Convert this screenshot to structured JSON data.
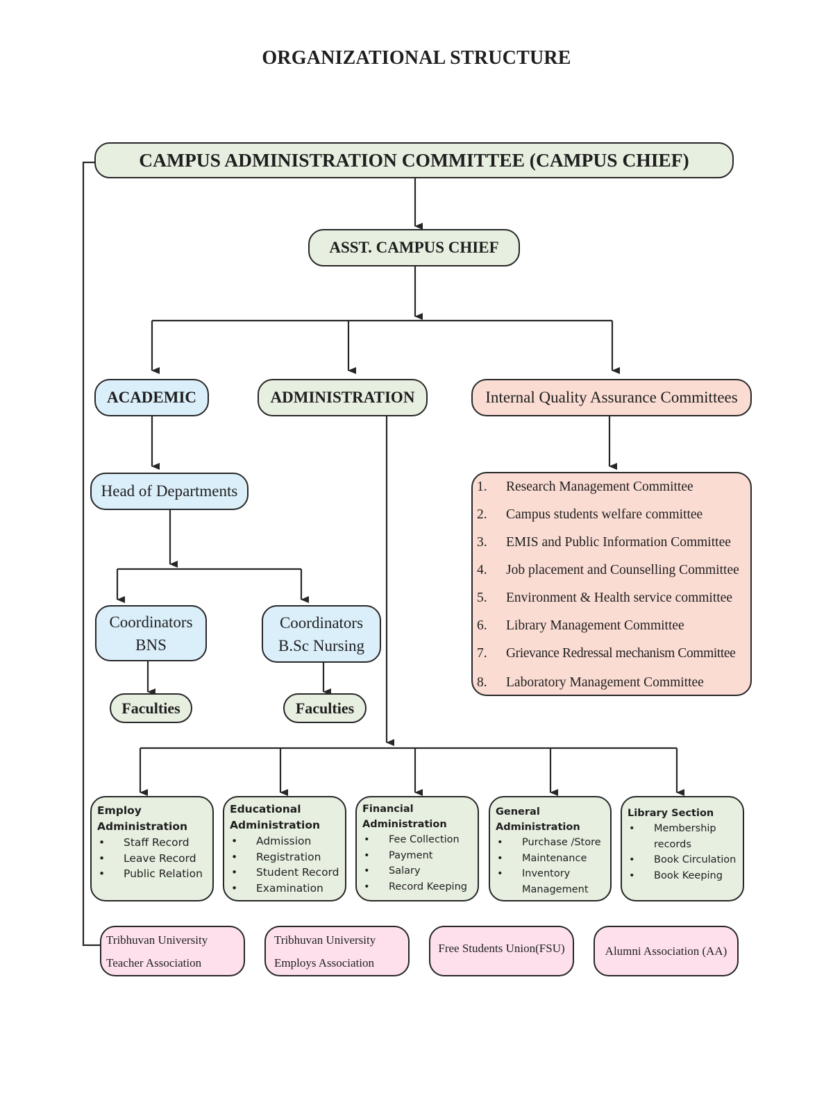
{
  "title": "ORGANIZATIONAL STRUCTURE",
  "colors": {
    "top_level": "#e7efe0",
    "academic": "#dbeffa",
    "iqac": "#fadcd3",
    "associations": "#fde0ec",
    "line": "#262626"
  },
  "nodes": {
    "campus_committee": "CAMPUS ADMINISTRATION COMMITTEE (CAMPUS CHIEF)",
    "asst_chief": "ASST. CAMPUS CHIEF",
    "academic": "ACADEMIC",
    "administration": "ADMINISTRATION",
    "iqac": "Internal Quality Assurance Committees",
    "head_of_departments": "Head of Departments",
    "coord_bns": {
      "line1": "Coordinators",
      "line2": "BNS"
    },
    "coord_bsc": {
      "line1": "Coordinators",
      "line2": "B.Sc Nursing"
    },
    "faculties_bns": "Faculties",
    "faculties_bsc": "Faculties"
  },
  "iqac_committees": [
    {
      "num": "1.",
      "label": "Research Management Committee"
    },
    {
      "num": "2.",
      "label": "Campus students welfare committee"
    },
    {
      "num": "3.",
      "label": "EMIS and Public Information Committee"
    },
    {
      "num": "4.",
      "label": "Job placement and Counselling Committee"
    },
    {
      "num": "5.",
      "label": "Environment & Health service committee"
    },
    {
      "num": "6.",
      "label": "Library Management Committee"
    },
    {
      "num": "7.",
      "label": "Grievance Redressal mechanism Committee"
    },
    {
      "num": "8.",
      "label": "Laboratory Management Committee"
    }
  ],
  "admin_sections": [
    {
      "head_line1": "Employ",
      "head_line2": "Administration",
      "bullet": "•",
      "items": [
        "Staff Record",
        "Leave Record",
        "Public Relation"
      ]
    },
    {
      "head_line1": "Educational",
      "head_line2": "Administration",
      "bullet": "•",
      "items": [
        "Admission",
        "Registration",
        "Student Record",
        "Examination"
      ]
    },
    {
      "head_line1": "Financial",
      "head_line2": "Administration",
      "bullet": "•",
      "items": [
        "Fee Collection",
        "Payment",
        "Salary",
        "Record Keeping"
      ]
    },
    {
      "head_line1": "General",
      "head_line2": "Administration",
      "bullet": "•",
      "items": [
        "Purchase /Store",
        "Maintenance",
        "Inventory Management"
      ]
    },
    {
      "head_line1": "Library Section",
      "head_line2": "",
      "bullet": "•",
      "items": [
        "Membership records",
        "Book Circulation",
        "Book Keeping"
      ]
    }
  ],
  "associations": [
    {
      "line1": "Tribhuvan University",
      "line2": "Teacher Association"
    },
    {
      "line1": "Tribhuvan University",
      "line2": "Employs Association"
    },
    {
      "line1": "Free Students Union(FSU)",
      "line2": ""
    },
    {
      "line1": "Alumni Association (AA)",
      "line2": ""
    }
  ]
}
